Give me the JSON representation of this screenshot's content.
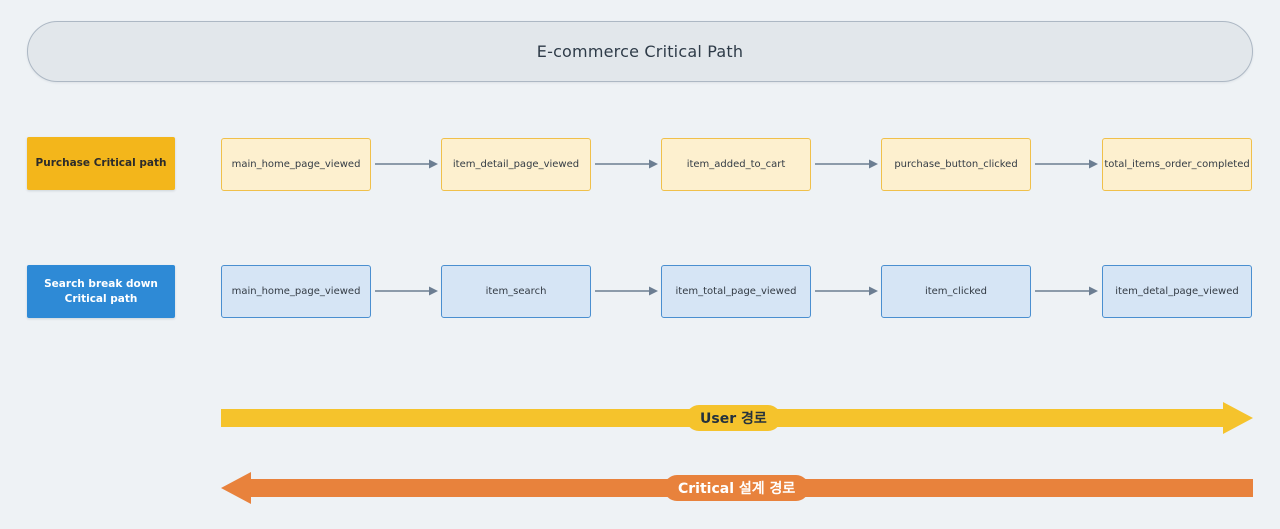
{
  "header": {
    "title": "E-commerce Critical Path"
  },
  "colors": {
    "background": "#eef2f5",
    "banner_fill": "#e2e7eb",
    "banner_border": "#adb8c4",
    "purchase_label": "#f3b61b",
    "search_label": "#2e8ad6",
    "node_yellow_fill": "#fdf0cf",
    "node_yellow_border": "#f0c04a",
    "node_blue_fill": "#d6e5f5",
    "node_blue_border": "#4a8fd0",
    "connector": "#6c7e92",
    "user_bar": "#f5c32c",
    "critical_bar": "#e8823c"
  },
  "rows": [
    {
      "id": "purchase",
      "label": "Purchase Critical path",
      "nodes": [
        {
          "label": "main_home_page_viewed"
        },
        {
          "label": "item_detail_page_viewed"
        },
        {
          "label": "item_added_to_cart"
        },
        {
          "label": "purchase_button_clicked"
        },
        {
          "label": "total_items_order_completed"
        }
      ]
    },
    {
      "id": "search",
      "label": "Search break down\nCritical path",
      "label_line1": "Search break down",
      "label_line2": "Critical path",
      "nodes": [
        {
          "label": "main_home_page_viewed"
        },
        {
          "label": "item_search"
        },
        {
          "label": "item_total_page_viewed"
        },
        {
          "label": "item_clicked"
        },
        {
          "label": "item_detal_page_viewed"
        }
      ]
    }
  ],
  "direction_bars": [
    {
      "id": "user-path",
      "label": "User 경로",
      "direction": "right",
      "color": "#f5c32c"
    },
    {
      "id": "critical-design-path",
      "label": "Critical 설계 경로",
      "direction": "left",
      "color": "#e8823c"
    }
  ]
}
